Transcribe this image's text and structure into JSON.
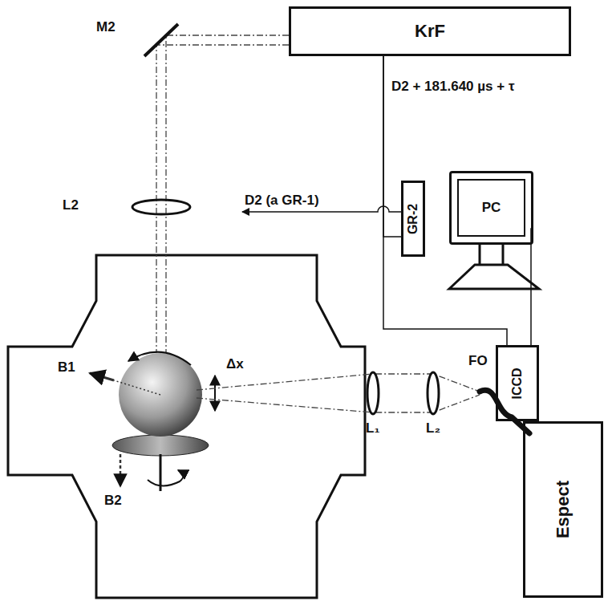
{
  "diagram": {
    "nodes": [
      {
        "text": [
          "KrF"
        ]
      },
      {
        "text": [
          "GR-2"
        ]
      },
      {
        "text": [
          "PC"
        ]
      },
      {
        "text": [
          "ICCD"
        ]
      },
      {
        "text": [
          "Espect"
        ]
      }
    ],
    "edges": [
      {
        "from": 0,
        "to": 1,
        "arrow": "none"
      },
      {
        "from": 0,
        "to": 3,
        "arrow": "none"
      },
      {
        "from": 2,
        "to": 3,
        "arrow": "none"
      }
    ],
    "labels": [
      "M2",
      "L2",
      "D2 + 181.640 µs + τ",
      "D2 (a GR-1)",
      "B1",
      "Δx",
      "B2",
      "L₁",
      "L₂",
      "FO"
    ]
  }
}
